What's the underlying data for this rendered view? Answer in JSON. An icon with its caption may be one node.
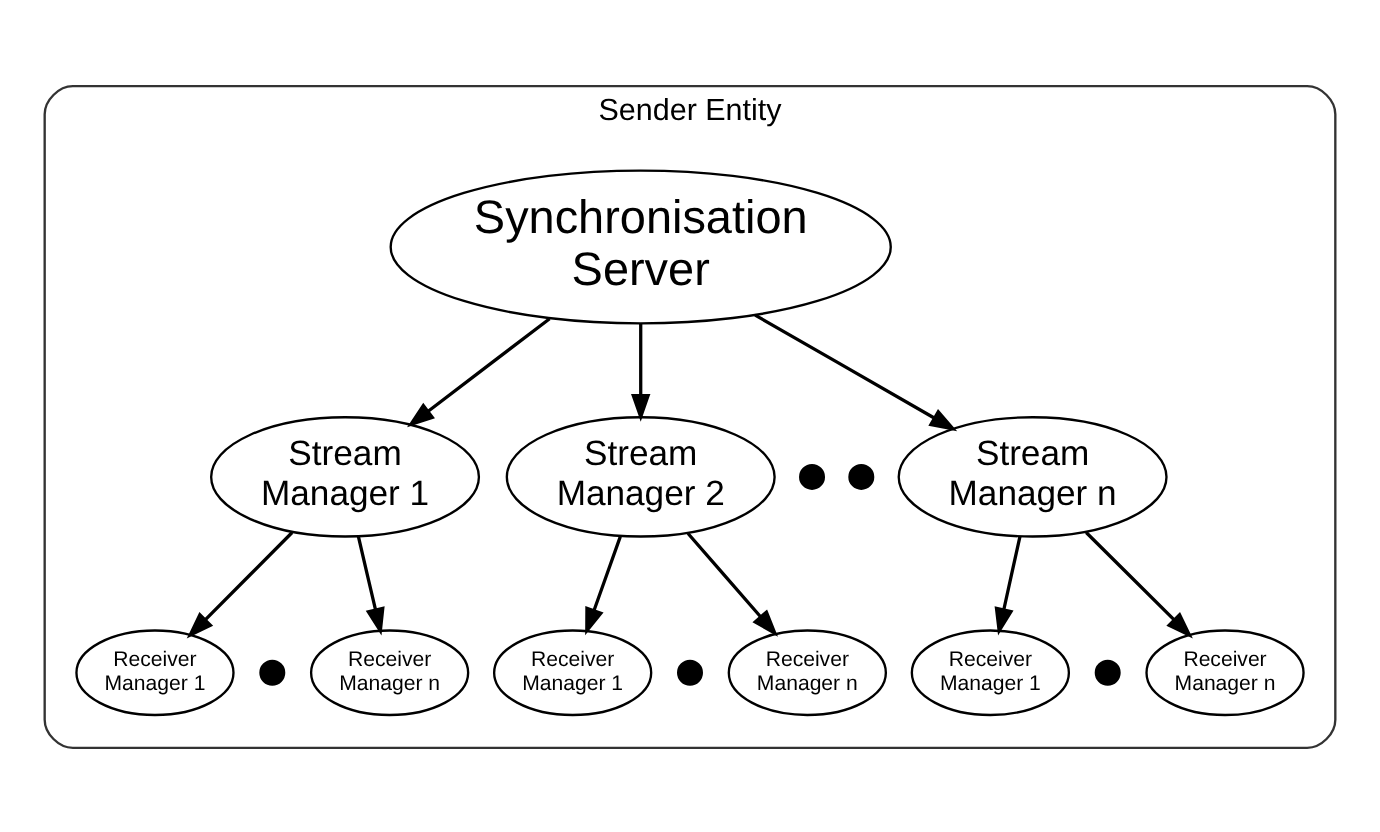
{
  "diagram": {
    "nodes": [
      {
        "text": [
          "Sender Entity"
        ]
      },
      {
        "text": [
          "Synchronisation Server"
        ],
        "in": 0
      },
      {
        "text": [
          "Stream Manager 1"
        ],
        "in": 0
      },
      {
        "text": [
          "Stream Manager 2"
        ],
        "in": 0
      },
      {
        "text": [],
        "shape": "dot",
        "in": 0
      },
      {
        "text": [],
        "shape": "dot",
        "in": 0
      },
      {
        "text": [
          "Stream Manager n"
        ],
        "in": 0
      },
      {
        "text": [
          "Receiver Manager 1"
        ],
        "in": 0
      },
      {
        "text": [],
        "shape": "dot",
        "in": 0
      },
      {
        "text": [
          "Receiver Manager n"
        ],
        "in": 0
      },
      {
        "text": [
          "Receiver Manager 1"
        ],
        "in": 0
      },
      {
        "text": [],
        "shape": "dot",
        "in": 0
      },
      {
        "text": [
          "Receiver Manager n"
        ],
        "in": 0
      },
      {
        "text": [
          "Receiver Manager 1"
        ],
        "in": 0
      },
      {
        "text": [],
        "shape": "dot",
        "in": 0
      },
      {
        "text": [
          "Receiver Manager n"
        ],
        "in": 0
      }
    ],
    "edges": [
      {
        "from": 1,
        "to": 2,
        "arrow": "to"
      },
      {
        "from": 1,
        "to": 3,
        "arrow": "to"
      },
      {
        "from": 1,
        "to": 6,
        "arrow": "to"
      },
      {
        "from": 2,
        "to": 7,
        "arrow": "to"
      },
      {
        "from": 2,
        "to": 9,
        "arrow": "to"
      },
      {
        "from": 3,
        "to": 10,
        "arrow": "to"
      },
      {
        "from": 3,
        "to": 12,
        "arrow": "to"
      },
      {
        "from": 6,
        "to": 13,
        "arrow": "to"
      },
      {
        "from": 6,
        "to": 15,
        "arrow": "to"
      }
    ]
  }
}
